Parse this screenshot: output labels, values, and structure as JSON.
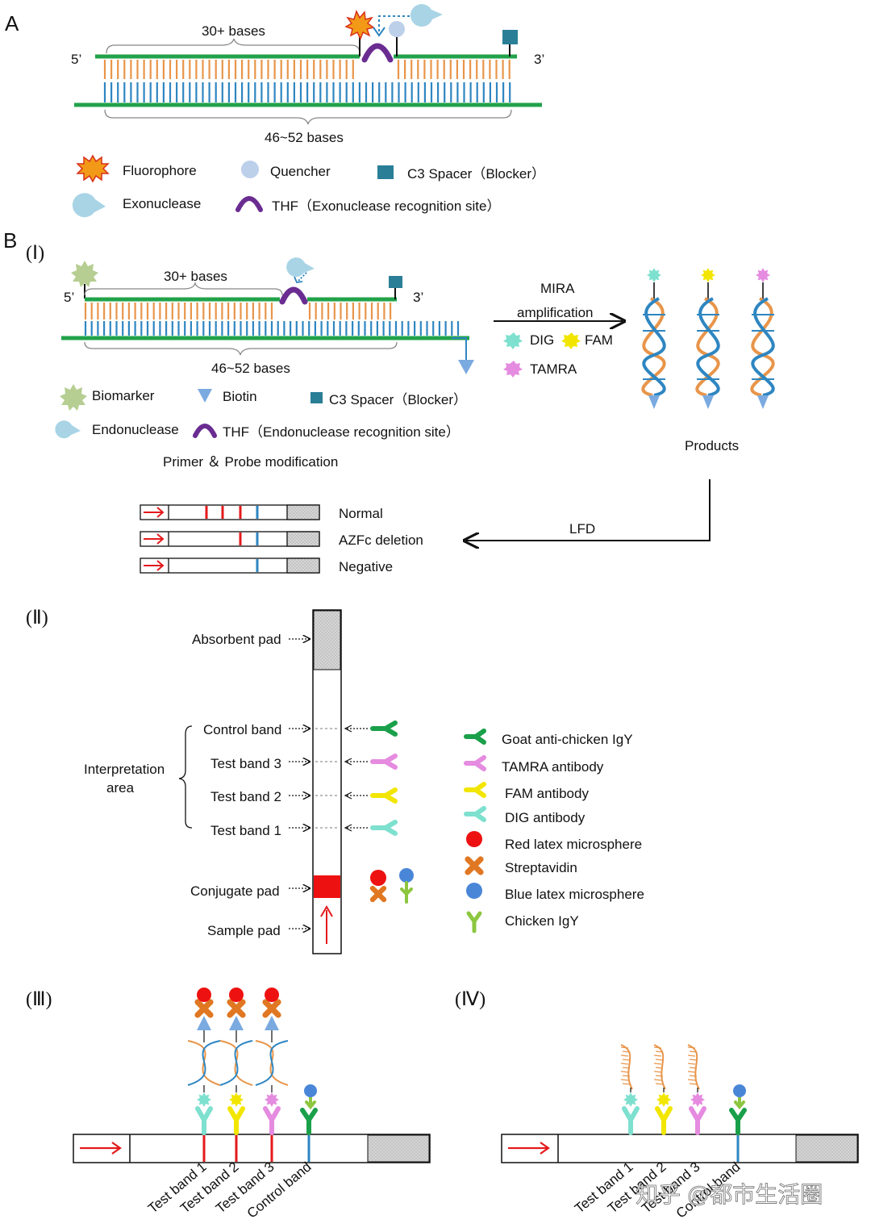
{
  "panel_a": {
    "label": "A",
    "top_brace": "30+ bases",
    "bottom_brace": "46~52 bases",
    "end5": "5’",
    "end3": "3’",
    "legend": {
      "fluorophore": "Fluorophore",
      "quencher": "Quencher",
      "c3": "C3 Spacer（Blocker）",
      "exonuclease": "Exonuclease",
      "thf": "THF（Exonuclease recognition site）"
    }
  },
  "panel_b": {
    "label": "B",
    "sub_i": "(Ⅰ)",
    "top_brace": "30+ bases",
    "bottom_brace": "46~52 bases",
    "end5": "5’",
    "end3": "3’",
    "legend": {
      "biomarker": "Biomarker",
      "biotin": "Biotin",
      "c3": "C3 Spacer（Blocker）",
      "endonuclease": "Endonuclease",
      "thf": "THF（Endonuclease recognition site）",
      "caption": "Primer ＆ Probe modification"
    },
    "mira_line1": "MIRA",
    "mira_line2": "amplification",
    "dye_dig": "DIG",
    "dye_fam": "FAM",
    "dye_tamra": "TAMRA",
    "products": "Products",
    "lfd": "LFD",
    "strips": [
      "Normal",
      "AZFc deletion",
      "Negative"
    ]
  },
  "panel_ii": {
    "label": "(Ⅱ)",
    "absorbent": "Absorbent pad",
    "control": "Control band",
    "test3": "Test band 3",
    "test2": "Test band 2",
    "test1": "Test band 1",
    "interp1": "Interpretation",
    "interp2": "area",
    "conjugate": "Conjugate pad",
    "sample": "Sample pad",
    "legend": [
      "Goat anti-chicken IgY",
      "TAMRA antibody",
      "FAM antibody",
      "DIG antibody",
      "Red latex microsphere",
      "Streptavidin",
      "Blue latex microsphere",
      "Chicken IgY"
    ]
  },
  "panel_iii": {
    "label": "(Ⅲ)",
    "bands": [
      "Test band 1",
      "Test band 2",
      "Test band 3",
      "Control band"
    ]
  },
  "panel_iv": {
    "label": "(Ⅳ)",
    "bands": [
      "Test band 1",
      "Test band 2",
      "Test band 3",
      "Control band"
    ]
  },
  "watermark": "知乎 @都市生活圈",
  "colors": {
    "green": "#21a24a",
    "orange": "#e8954a",
    "blue": "#2e86c1",
    "purple": "#6a2c91",
    "teal": "#2f8aa0",
    "red": "#e41a1c",
    "dig": "#7ee0cf",
    "fam": "#f2e600",
    "tamra": "#e58be0",
    "goat": "#1aa04a"
  }
}
